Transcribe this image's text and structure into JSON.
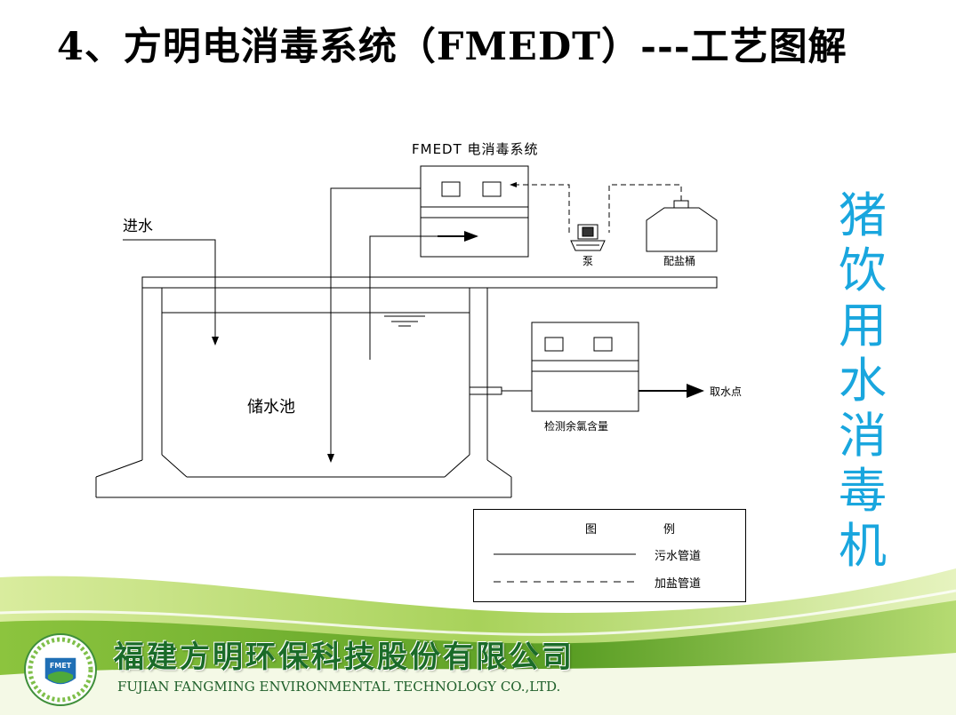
{
  "slide": {
    "title": "4、方明电消毒系统（FMEDT）---工艺图解",
    "vertical_title": "猪饮用水消毒机"
  },
  "diagram": {
    "system_label": "FMEDT 电消毒系统",
    "inlet_label": "进水",
    "pump_label": "泵",
    "salt_tank_label": "配盐桶",
    "reservoir_label": "储水池",
    "monitor_label": "检测余氯含量",
    "sampling_point_label": "取水点"
  },
  "legend": {
    "title_left": "图",
    "title_right": "例",
    "items": [
      {
        "label": "污水管道",
        "style": "solid"
      },
      {
        "label": "加盐管道",
        "style": "dashed"
      }
    ]
  },
  "footer": {
    "company_cn": "福建方明环保科技股份有限公司",
    "company_en": "FUJIAN FANGMING ENVIRONMENTAL TECHNOLOGY CO.,LTD.",
    "logo_text": "FMET"
  },
  "colors": {
    "title": "#000000",
    "vertical_title": "#19a6de",
    "company": "#1a6b28",
    "wave_light": "#c8e37a",
    "wave_dark": "#6aaa2c"
  }
}
